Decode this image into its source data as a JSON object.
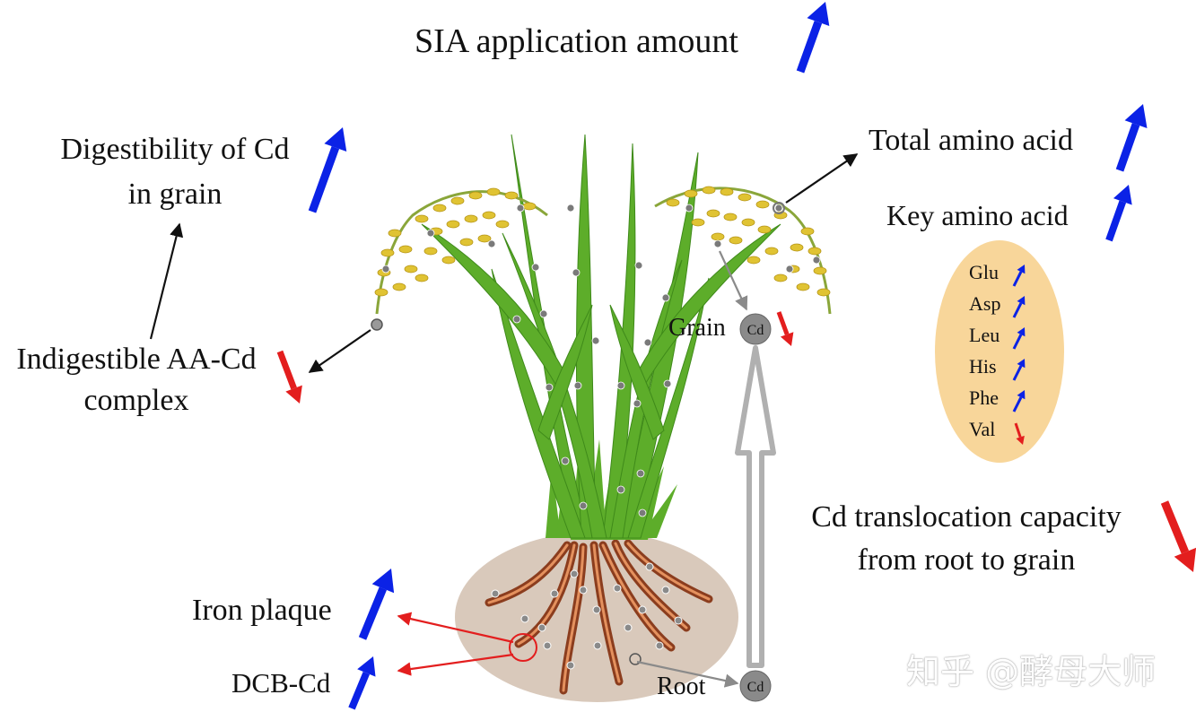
{
  "colors": {
    "increase": "#0b22e6",
    "decrease": "#e31e1e",
    "leaf": "#5dad2a",
    "panicle": "#e0c333",
    "soil": "#d9c9bb",
    "root": "#a0522d",
    "amino_panel": "#f8d69a",
    "cd_node": "#8a8a8a"
  },
  "labels": {
    "sia": "SIA application amount",
    "digest_line1": "Digestibility of Cd",
    "digest_line2": "in grain",
    "indig_line1": "Indigestible AA-Cd",
    "indig_line2": "complex",
    "total_aa": "Total amino acid",
    "key_aa": "Key amino acid",
    "grain": "Grain",
    "root": "Root",
    "transloc_line1": "Cd translocation capacity",
    "transloc_line2": "from root to grain",
    "iron": "Iron plaque",
    "dcb": "DCB-Cd",
    "cd": "Cd"
  },
  "amino_acids": [
    {
      "name": "Glu",
      "trend": "up"
    },
    {
      "name": "Asp",
      "trend": "up"
    },
    {
      "name": "Leu",
      "trend": "up"
    },
    {
      "name": "His",
      "trend": "up"
    },
    {
      "name": "Phe",
      "trend": "up"
    },
    {
      "name": "Val",
      "trend": "down"
    }
  ],
  "trends": {
    "sia": "up",
    "digestibility": "up",
    "indigestible": "down",
    "total_aa": "up",
    "key_aa": "up",
    "grain_cd": "down",
    "translocation": "down",
    "iron_plaque": "up",
    "dcb_cd": "up"
  },
  "watermark": "知乎 @酵母大师"
}
